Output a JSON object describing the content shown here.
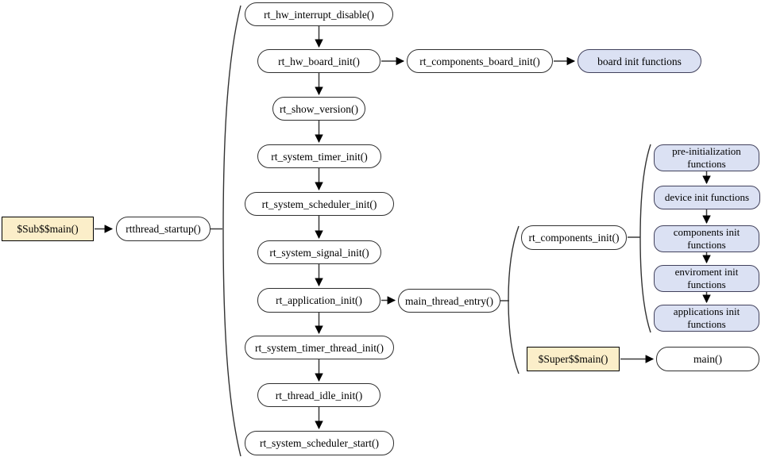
{
  "diagram_type": "flowchart",
  "subject": "RT-Thread startup sequence",
  "colors": {
    "background": "#ffffff",
    "process_node_fill": "#ffffff",
    "process_node_border": "#2f2f2f",
    "group_node_fill": "#dbe1f3",
    "group_node_border": "#41415c",
    "entry_node_fill": "#fbeec9",
    "entry_node_border": "#000000",
    "arrow": "#3a3a3a"
  },
  "nodes": {
    "sub_main": {
      "label": "$Sub$$main()"
    },
    "rtthread_startup": {
      "label": "rtthread_startup()"
    },
    "rt_hw_interrupt_disable": {
      "label": "rt_hw_interrupt_disable()"
    },
    "rt_hw_board_init": {
      "label": "rt_hw_board_init()"
    },
    "rt_components_board_init": {
      "label": "rt_components_board_init()"
    },
    "board_init_functions": {
      "label": "board init functions"
    },
    "rt_show_version": {
      "label": "rt_show_version()"
    },
    "rt_system_timer_init": {
      "label": "rt_system_timer_init()"
    },
    "rt_system_scheduler_init": {
      "label": "rt_system_scheduler_init()"
    },
    "rt_system_signal_init": {
      "label": "rt_system_signal_init()"
    },
    "rt_application_init": {
      "label": "rt_application_init()"
    },
    "main_thread_entry": {
      "label": "main_thread_entry()"
    },
    "rt_components_init": {
      "label": "rt_components_init()"
    },
    "rt_system_timer_thread_init": {
      "label": "rt_system_timer_thread_init()"
    },
    "rt_thread_idle_init": {
      "label": "rt_thread_idle_init()"
    },
    "rt_system_scheduler_start": {
      "label": "rt_system_scheduler_start()"
    },
    "pre_initialization_functions": {
      "label": "pre-initialization functions"
    },
    "device_init_functions": {
      "label": "device init functions"
    },
    "components_init_functions": {
      "label": "components init functions"
    },
    "enviroment_init_functions": {
      "label": "enviroment init functions"
    },
    "applications_init_functions": {
      "label": "applications init functions"
    },
    "super_main": {
      "label": "$Super$$main()"
    },
    "main": {
      "label": "main()"
    }
  },
  "edges": [
    {
      "from": "$Sub$$main()",
      "to": "rtthread_startup()",
      "type": "arrow"
    },
    {
      "from": "rtthread_startup()",
      "to": "startup call sequence (big brace)",
      "type": "brace"
    },
    {
      "from": "rt_hw_interrupt_disable()",
      "to": "rt_hw_board_init()",
      "type": "arrow"
    },
    {
      "from": "rt_hw_board_init()",
      "to": "rt_components_board_init()",
      "type": "arrow"
    },
    {
      "from": "rt_components_board_init()",
      "to": "board init functions",
      "type": "arrow"
    },
    {
      "from": "rt_hw_board_init()",
      "to": "rt_show_version()",
      "type": "arrow"
    },
    {
      "from": "rt_show_version()",
      "to": "rt_system_timer_init()",
      "type": "arrow"
    },
    {
      "from": "rt_system_timer_init()",
      "to": "rt_system_scheduler_init()",
      "type": "arrow"
    },
    {
      "from": "rt_system_scheduler_init()",
      "to": "rt_system_signal_init()",
      "type": "arrow"
    },
    {
      "from": "rt_system_signal_init()",
      "to": "rt_application_init()",
      "type": "arrow"
    },
    {
      "from": "rt_application_init()",
      "to": "main_thread_entry()",
      "type": "arrow"
    },
    {
      "from": "rt_application_init()",
      "to": "rt_system_timer_thread_init()",
      "type": "arrow"
    },
    {
      "from": "rt_system_timer_thread_init()",
      "to": "rt_thread_idle_init()",
      "type": "arrow"
    },
    {
      "from": "rt_thread_idle_init()",
      "to": "rt_system_scheduler_start()",
      "type": "arrow"
    },
    {
      "from": "main_thread_entry()",
      "to": "{ rt_components_init(), $Super$$main() } (brace)",
      "type": "brace"
    },
    {
      "from": "rt_components_init()",
      "to": "init function groups (brace)",
      "type": "brace"
    },
    {
      "from": "pre-initialization functions",
      "to": "device init functions",
      "type": "arrow"
    },
    {
      "from": "device init functions",
      "to": "components init functions",
      "type": "arrow"
    },
    {
      "from": "components init functions",
      "to": "enviroment init functions",
      "type": "arrow"
    },
    {
      "from": "enviroment init functions",
      "to": "applications init functions",
      "type": "arrow"
    },
    {
      "from": "$Super$$main()",
      "to": "main()",
      "type": "arrow"
    }
  ]
}
